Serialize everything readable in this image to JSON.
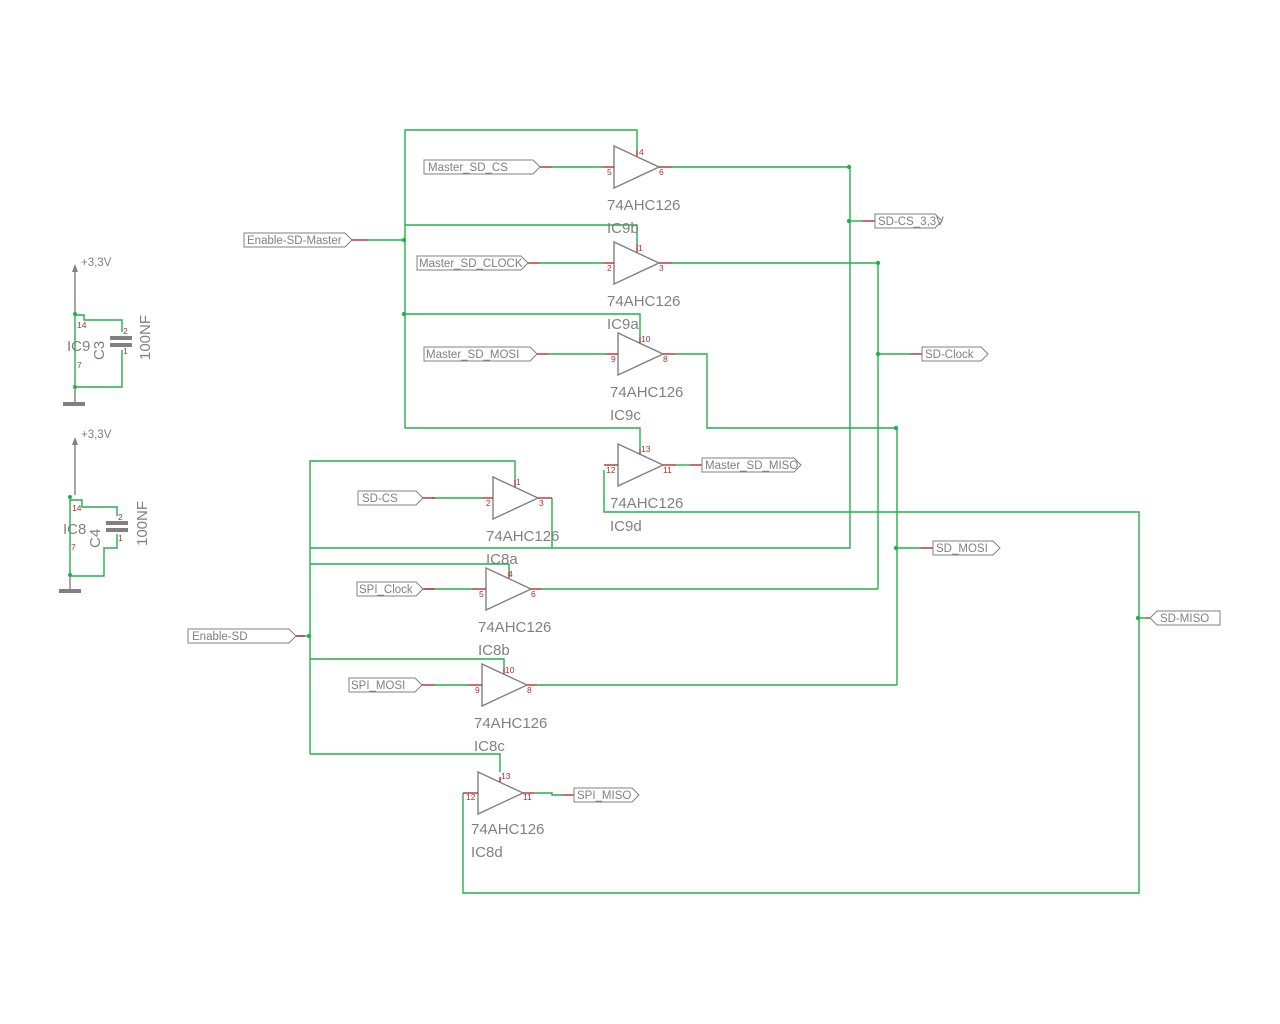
{
  "power_symbols": [
    {
      "id": "pwr1",
      "label": "+3,3V"
    },
    {
      "id": "pwr2",
      "label": "+3,3V"
    }
  ],
  "capacitors": [
    {
      "name": "C3",
      "value": "100NF",
      "ic": "IC9",
      "pins": [
        "14",
        "7"
      ],
      "cap_pins": [
        "2",
        "1"
      ]
    },
    {
      "name": "C4",
      "value": "100NF",
      "ic": "IC8",
      "pins": [
        "14",
        "7"
      ],
      "cap_pins": [
        "2",
        "1"
      ]
    }
  ],
  "labels": {
    "enable_sd_master": "Enable-SD-Master",
    "master_sd_cs": "Master_SD_CS",
    "master_sd_clock": "Master_SD_CLOCK",
    "master_sd_mosi": "Master_SD_MOSI",
    "master_sd_miso": "Master_SD_MISO",
    "sd_cs_3v3": "SD-CS_3,3V",
    "sd_clock": "SD-Clock",
    "sd_mosi": "SD_MOSI",
    "sd_miso": "SD-MISO",
    "enable_sd": "Enable-SD",
    "sd_cs": "SD-CS",
    "spi_clock": "SPI_Clock",
    "spi_mosi": "SPI_MOSI",
    "spi_miso": "SPI_MISO"
  },
  "gates": [
    {
      "id": "ic9b",
      "type": "74AHC126",
      "name": "IC9b",
      "pin_oe": "4",
      "pin_in": "5",
      "pin_out": "6"
    },
    {
      "id": "ic9a",
      "type": "74AHC126",
      "name": "IC9a",
      "pin_oe": "1",
      "pin_in": "2",
      "pin_out": "3"
    },
    {
      "id": "ic9c",
      "type": "74AHC126",
      "name": "IC9c",
      "pin_oe": "10",
      "pin_in": "9",
      "pin_out": "8"
    },
    {
      "id": "ic9d",
      "type": "74AHC126",
      "name": "IC9d",
      "pin_oe": "13",
      "pin_in": "12",
      "pin_out": "11"
    },
    {
      "id": "ic8a",
      "type": "74AHC126",
      "name": "IC8a",
      "pin_oe": "1",
      "pin_in": "2",
      "pin_out": "3"
    },
    {
      "id": "ic8b",
      "type": "74AHC126",
      "name": "IC8b",
      "pin_oe": "4",
      "pin_in": "5",
      "pin_out": "6"
    },
    {
      "id": "ic8c",
      "type": "74AHC126",
      "name": "IC8c",
      "pin_oe": "10",
      "pin_in": "9",
      "pin_out": "8"
    },
    {
      "id": "ic8d",
      "type": "74AHC126",
      "name": "IC8d",
      "pin_oe": "13",
      "pin_in": "12",
      "pin_out": "11"
    }
  ],
  "colors": {
    "wire": "#22b14c",
    "pin": "#b03030",
    "symbol": "#808080"
  }
}
